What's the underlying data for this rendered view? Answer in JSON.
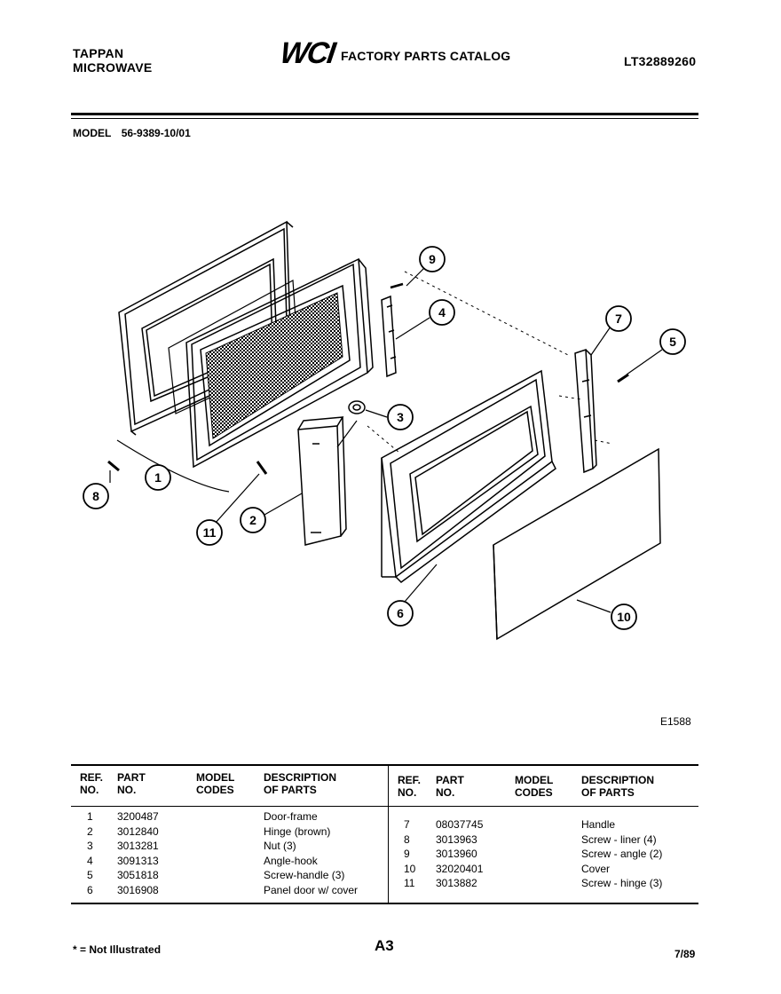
{
  "header": {
    "brand_line1": "TAPPAN",
    "brand_line2": "MICROWAVE",
    "logo_text": "WCI",
    "catalog_title": "FACTORY PARTS CATALOG",
    "catalog_code": "LT32889260"
  },
  "model": {
    "label": "MODEL",
    "number": "56-9389-10/01"
  },
  "diagram": {
    "callouts": [
      "1",
      "2",
      "3",
      "4",
      "5",
      "6",
      "7",
      "8",
      "9",
      "10",
      "11"
    ],
    "figure_code": "E1588"
  },
  "parts_table": {
    "headers": {
      "ref_no": "REF. NO.",
      "part_no": "PART NO.",
      "model_codes": "MODEL CODES",
      "description": "DESCRIPTION OF PARTS"
    },
    "header_lines": {
      "ref1": "REF.",
      "ref2": "NO.",
      "part1": "PART",
      "part2": "NO.",
      "model1": "MODEL",
      "model2": "CODES",
      "desc1": "DESCRIPTION",
      "desc2": "OF PARTS"
    },
    "left_rows": [
      {
        "ref": "1",
        "part": "3200487",
        "desc": "Door-frame"
      },
      {
        "ref": "2",
        "part": "3012840",
        "desc": "Hinge (brown)"
      },
      {
        "ref": "3",
        "part": "3013281",
        "desc": "Nut (3)"
      },
      {
        "ref": "4",
        "part": "3091313",
        "desc": "Angle-hook"
      },
      {
        "ref": "5",
        "part": "3051818",
        "desc": "Screw-handle (3)"
      },
      {
        "ref": "6",
        "part": "3016908",
        "desc": "Panel door w/ cover"
      }
    ],
    "right_rows": [
      {
        "ref": "7",
        "part": "08037745",
        "desc": "Handle"
      },
      {
        "ref": "8",
        "part": "3013963",
        "desc": "Screw - liner (4)"
      },
      {
        "ref": "9",
        "part": "3013960",
        "desc": "Screw - angle (2)"
      },
      {
        "ref": "10",
        "part": "32020401",
        "desc": "Cover"
      },
      {
        "ref": "11",
        "part": "3013882",
        "desc": "Screw - hinge (3)"
      }
    ]
  },
  "footer": {
    "note": "* = Not Illustrated",
    "page": "A3",
    "date": "7/89"
  }
}
